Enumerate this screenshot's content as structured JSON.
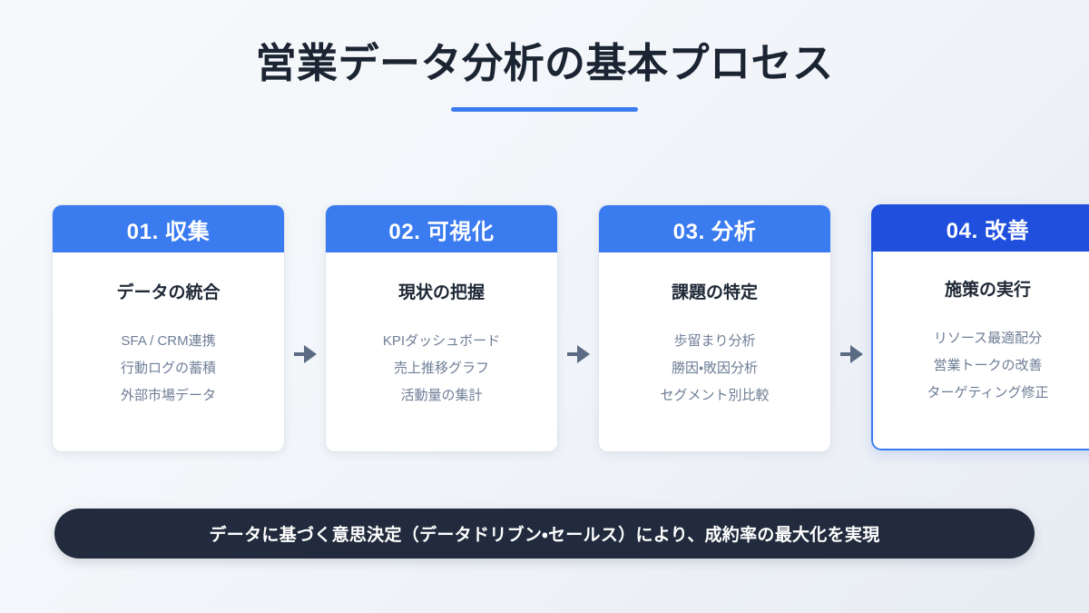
{
  "title": {
    "heading": "営業データ分析の基本プロセス",
    "accent_color": "#3b7bf0"
  },
  "colors": {
    "background_from": "#f7fafc",
    "background_to": "#e7ecf3",
    "header_blue": "#3b7bf0",
    "header_blue_active": "#1f4fdc",
    "card_white": "#ffffff",
    "subtitle_navy": "#1e2836",
    "item_slate": "#6e7e96",
    "arrow_slate": "#5b6b84",
    "footer_navy": "#212b3d"
  },
  "steps": [
    {
      "step_label": "01. 収集",
      "subtitle": "データの統合",
      "items": [
        "SFA / CRM連携",
        "行動ログの蓄積",
        "外部市場データ"
      ],
      "active": false
    },
    {
      "step_label": "02. 可視化",
      "subtitle": "現状の把握",
      "items": [
        "KPIダッシュボード",
        "売上推移グラフ",
        "活動量の集計"
      ],
      "active": false
    },
    {
      "step_label": "03. 分析",
      "subtitle": "課題の特定",
      "items": [
        "歩留まり分析",
        "勝因・敗因分析",
        "セグメント別比較"
      ],
      "active": false
    },
    {
      "step_label": "04. 改善",
      "subtitle": "施策の実行",
      "items": [
        "リソース最適配分",
        "営業トークの改善",
        "ターゲティング修正"
      ],
      "active": true
    }
  ],
  "connectors": [
    {
      "icon": "arrow-right-icon"
    },
    {
      "icon": "arrow-right-icon"
    },
    {
      "icon": "arrow-right-icon"
    }
  ],
  "footer": {
    "message": "データに基づく意思決定（データドリブン・セールス）により、成約率の最大化を実現"
  }
}
